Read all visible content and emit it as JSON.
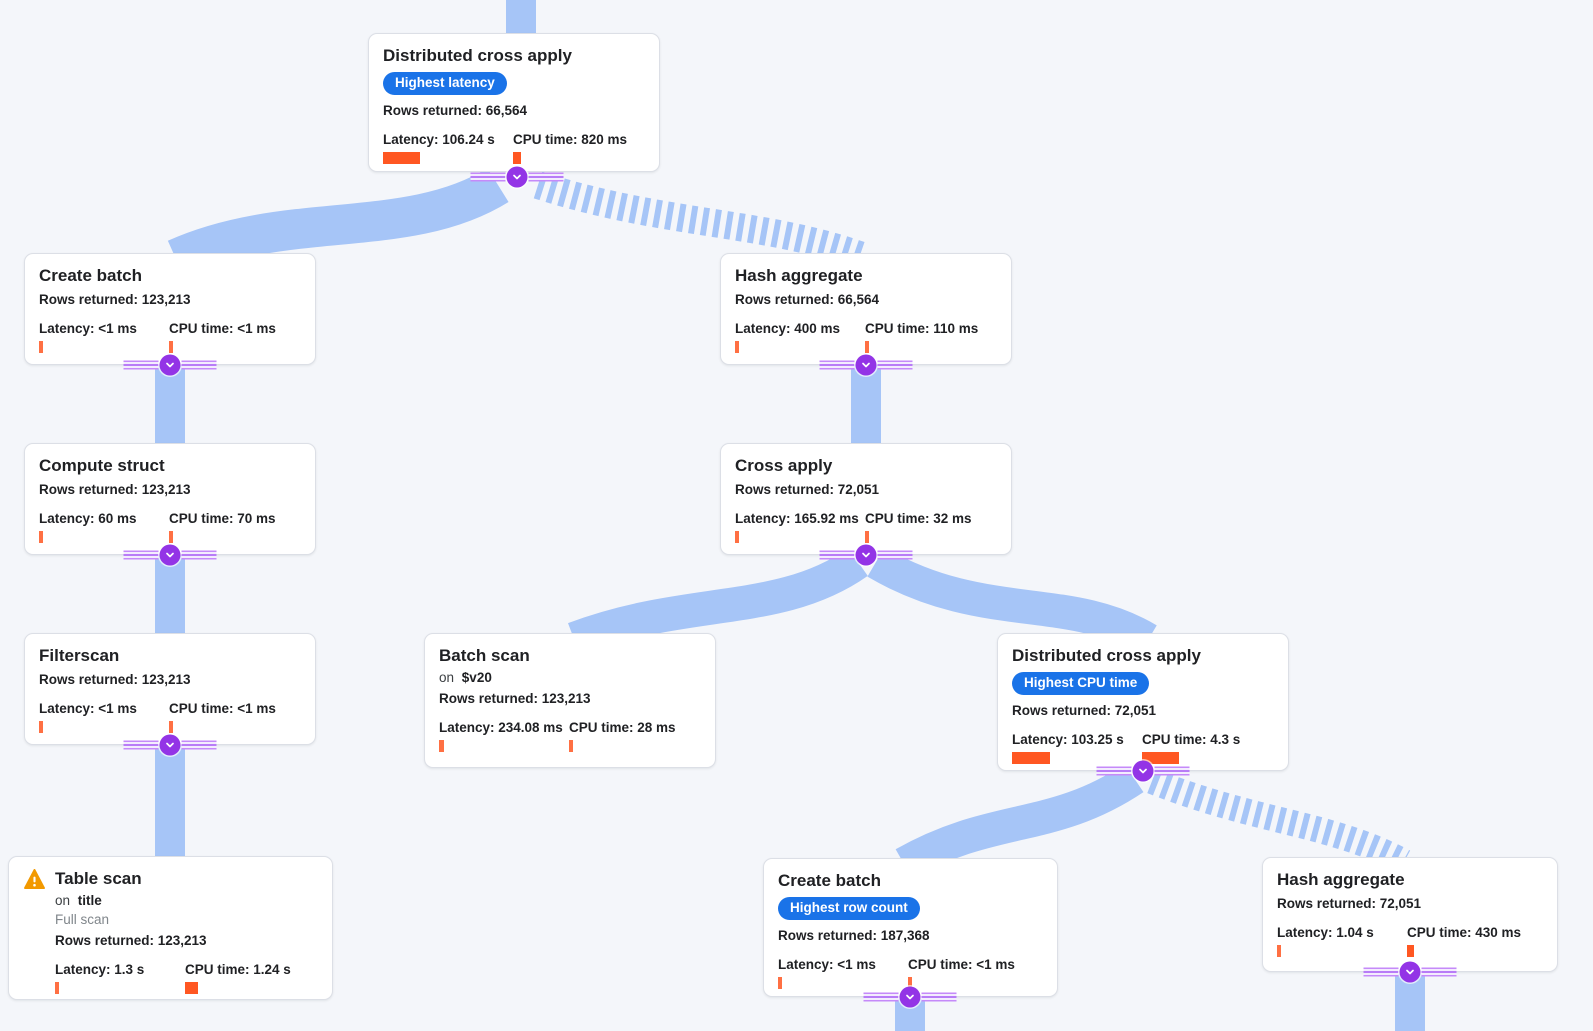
{
  "colors": {
    "edge_blue": "#a6c5f7",
    "badge_blue": "#1a73e8",
    "bar_orange": "#ff5722",
    "tick_orange": "#ff7043",
    "connector_purple": "#9334e6",
    "warning_orange": "#f29900",
    "canvas_background": "#f4f6fa"
  },
  "nodes": [
    {
      "id": "distributed-cross-apply-1",
      "title": "Distributed cross apply",
      "badge": "Highest latency",
      "rows": "Rows returned: 66,564",
      "latency": {
        "text": "Latency: 106.24 s",
        "bar": 37
      },
      "cpu": {
        "text": "CPU time: 820 ms",
        "bar": 8
      },
      "expandable": true
    },
    {
      "id": "create-batch-1",
      "title": "Create batch",
      "rows": "Rows returned: 123,213",
      "latency": {
        "text": "Latency: <1 ms",
        "bar": 4
      },
      "cpu": {
        "text": "CPU time: <1 ms",
        "bar": 4
      },
      "expandable": true
    },
    {
      "id": "hash-aggregate-1",
      "title": "Hash aggregate",
      "rows": "Rows returned: 66,564",
      "latency": {
        "text": "Latency: 400 ms",
        "bar": 4
      },
      "cpu": {
        "text": "CPU time: 110 ms",
        "bar": 4
      },
      "expandable": true
    },
    {
      "id": "compute-struct",
      "title": "Compute struct",
      "rows": "Rows returned: 123,213",
      "latency": {
        "text": "Latency: 60 ms",
        "bar": 4
      },
      "cpu": {
        "text": "CPU time: 70 ms",
        "bar": 4
      },
      "expandable": true
    },
    {
      "id": "cross-apply",
      "title": "Cross apply",
      "rows": "Rows returned: 72,051",
      "latency": {
        "text": "Latency: 165.92 ms",
        "bar": 4
      },
      "cpu": {
        "text": "CPU time: 32 ms",
        "bar": 4
      },
      "expandable": true
    },
    {
      "id": "filterscan",
      "title": "Filterscan",
      "rows": "Rows returned: 123,213",
      "latency": {
        "text": "Latency: <1 ms",
        "bar": 4
      },
      "cpu": {
        "text": "CPU time: <1 ms",
        "bar": 4
      },
      "expandable": true
    },
    {
      "id": "batch-scan",
      "title": "Batch scan",
      "target": {
        "prefix": "on",
        "value": "$v20"
      },
      "rows": "Rows returned: 123,213",
      "latency": {
        "text": "Latency: 234.08 ms",
        "bar": 5
      },
      "cpu": {
        "text": "CPU time: 28 ms",
        "bar": 4
      },
      "expandable": false
    },
    {
      "id": "distributed-cross-apply-2",
      "title": "Distributed cross apply",
      "badge": "Highest CPU time",
      "rows": "Rows returned: 72,051",
      "latency": {
        "text": "Latency: 103.25 s",
        "bar": 38
      },
      "cpu": {
        "text": "CPU time: 4.3 s",
        "bar": 37
      },
      "expandable": true
    },
    {
      "id": "table-scan",
      "title": "Table scan",
      "warning": true,
      "target": {
        "prefix": "on",
        "value": "title"
      },
      "scan_type": "Full scan",
      "rows": "Rows returned: 123,213",
      "latency": {
        "text": "Latency: 1.3 s",
        "bar": 4
      },
      "cpu": {
        "text": "CPU time: 1.24 s",
        "bar": 13
      },
      "expandable": false
    },
    {
      "id": "create-batch-2",
      "title": "Create batch",
      "badge": "Highest row count",
      "rows": "Rows returned: 187,368",
      "latency": {
        "text": "Latency: <1 ms",
        "bar": 4
      },
      "cpu": {
        "text": "CPU time: <1 ms",
        "bar": 4
      },
      "expandable": true
    },
    {
      "id": "hash-aggregate-2",
      "title": "Hash aggregate",
      "rows": "Rows returned: 72,051",
      "latency": {
        "text": "Latency: 1.04 s",
        "bar": 4
      },
      "cpu": {
        "text": "CPU time: 430 ms",
        "bar": 7
      },
      "expandable": true
    }
  ],
  "edges": [
    {
      "id": "edge-parent-in",
      "style": "solid",
      "from": "offscreen-parent",
      "to": "distributed-cross-apply-1"
    },
    {
      "id": "edge-dca1-createbatch1",
      "style": "solid",
      "from": "distributed-cross-apply-1",
      "to": "create-batch-1"
    },
    {
      "id": "edge-dca1-hashagg1",
      "style": "striped",
      "from": "distributed-cross-apply-1",
      "to": "hash-aggregate-1"
    },
    {
      "id": "edge-createbatch1-computestruct",
      "style": "solid",
      "from": "create-batch-1",
      "to": "compute-struct"
    },
    {
      "id": "edge-hashagg1-crossapply",
      "style": "solid",
      "from": "hash-aggregate-1",
      "to": "cross-apply"
    },
    {
      "id": "edge-computestruct-filterscan",
      "style": "solid",
      "from": "compute-struct",
      "to": "filterscan"
    },
    {
      "id": "edge-crossapply-batchscan",
      "style": "solid",
      "from": "cross-apply",
      "to": "batch-scan"
    },
    {
      "id": "edge-crossapply-dca2",
      "style": "solid",
      "from": "cross-apply",
      "to": "distributed-cross-apply-2"
    },
    {
      "id": "edge-filterscan-tablescan",
      "style": "solid",
      "from": "filterscan",
      "to": "table-scan"
    },
    {
      "id": "edge-dca2-createbatch2",
      "style": "solid",
      "from": "distributed-cross-apply-2",
      "to": "create-batch-2"
    },
    {
      "id": "edge-dca2-hashagg2",
      "style": "striped",
      "from": "distributed-cross-apply-2",
      "to": "hash-aggregate-2"
    },
    {
      "id": "edge-createbatch2-out",
      "style": "solid",
      "from": "create-batch-2",
      "to": "offscreen-child"
    },
    {
      "id": "edge-hashagg2-out",
      "style": "solid",
      "from": "hash-aggregate-2",
      "to": "offscreen-child"
    }
  ]
}
